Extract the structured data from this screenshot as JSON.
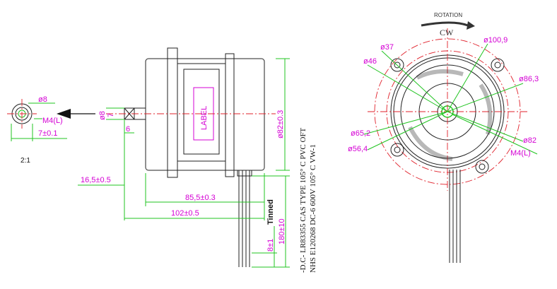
{
  "rotation": {
    "label": "ROTATION",
    "direction": "CW"
  },
  "scale": "2:1",
  "side_view": {
    "shaft_dia": "ø8",
    "shaft_flat": "7",
    "shaft_len": "6",
    "label_box": "LABEL",
    "body_dia": "ø82±0.3",
    "dim_16_5": "16,5±0.5",
    "dim_85_5": "85,5±0.3",
    "dim_102": "102±0.5",
    "lead_len": "180±10",
    "tinned_len": "8±1",
    "tinned": "Tinned"
  },
  "shaft_end": {
    "dia": "ø8",
    "thread": "M4(L)",
    "flat": "7±0.1"
  },
  "front_view": {
    "d37": "ø37",
    "d46": "ø46",
    "d100_9": "ø100,9",
    "d86_3": "ø86,3",
    "d65_2": "ø65,2",
    "d56_4": "ø56,4",
    "d82": "ø82",
    "thread": "M4(L)"
  },
  "notes": {
    "line1": "-D.C- LR83355 CAS TYPE 105° C PVC OFT",
    "line2": "NHS   E120268   DC-6 600V 105° C VW-1"
  }
}
